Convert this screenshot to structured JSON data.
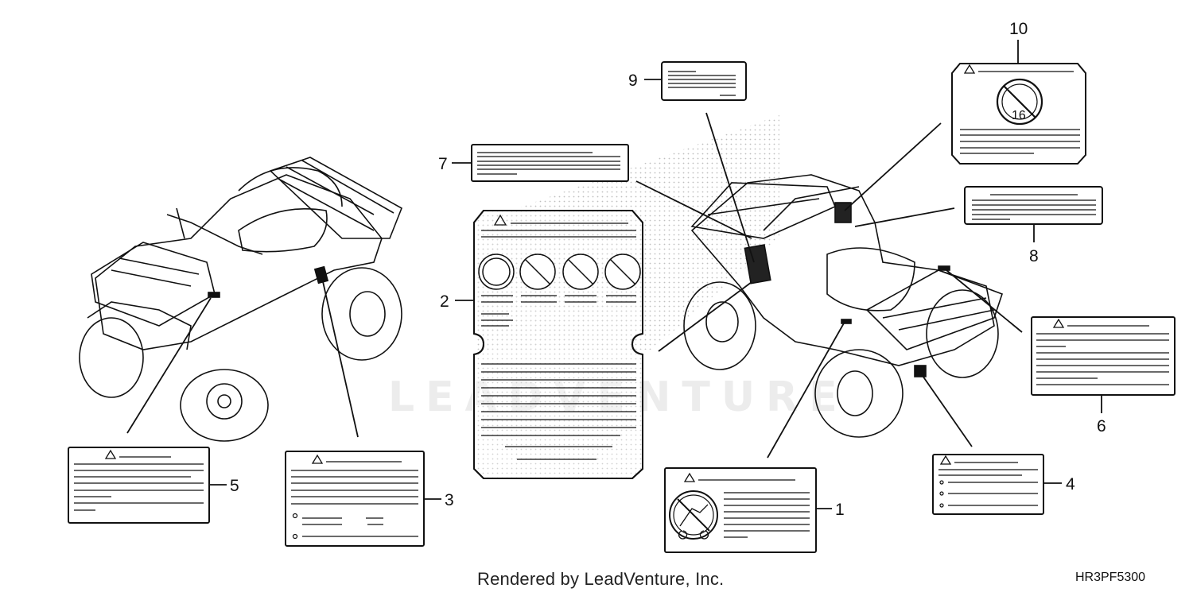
{
  "callouts": {
    "c1": "1",
    "c2": "2",
    "c3": "3",
    "c4": "4",
    "c5": "5",
    "c6": "6",
    "c7": "7",
    "c8": "8",
    "c9": "9",
    "c10": "10"
  },
  "footer": {
    "rendered_by": "Rendered by LeadVenture, Inc.",
    "diagram_code": "HR3PF5300"
  },
  "watermark": "LEADVENTURE",
  "icons": {
    "warning": "warning-triangle-icon",
    "no_under_16": "no-under-16-icon",
    "no_passenger": "no-passenger-icon"
  },
  "colors": {
    "line": "#111111",
    "stipple": "#bdbdbd",
    "label_fill": "#ffffff"
  }
}
